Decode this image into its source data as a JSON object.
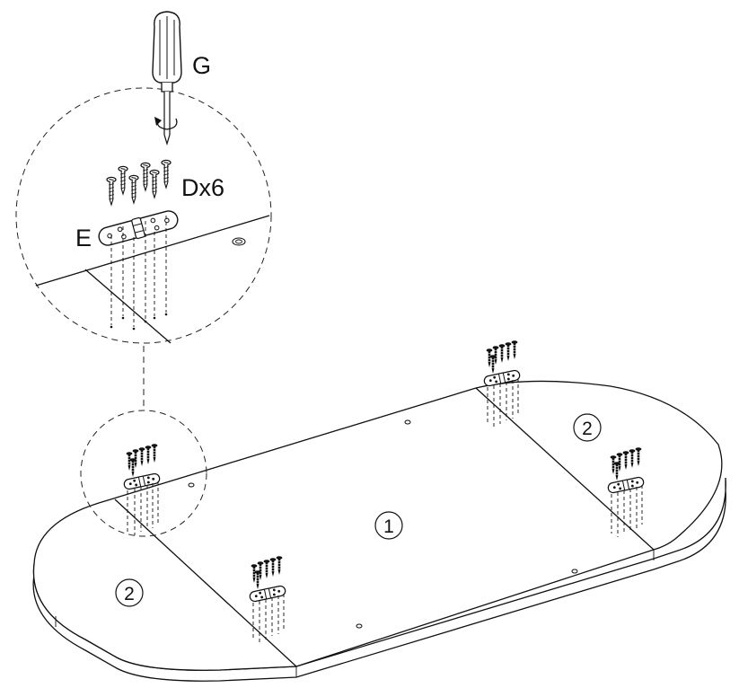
{
  "labels": {
    "tool": "G",
    "screws": "Dx6",
    "hinge": "E",
    "panel_center": "1",
    "panel_left": "2",
    "panel_right": "2"
  },
  "icons": [
    "screwdriver-icon",
    "rotation-arrow-icon",
    "screw-icon",
    "hinge-plate-icon"
  ],
  "colors": {
    "ink": "#111111",
    "paper": "#ffffff"
  }
}
